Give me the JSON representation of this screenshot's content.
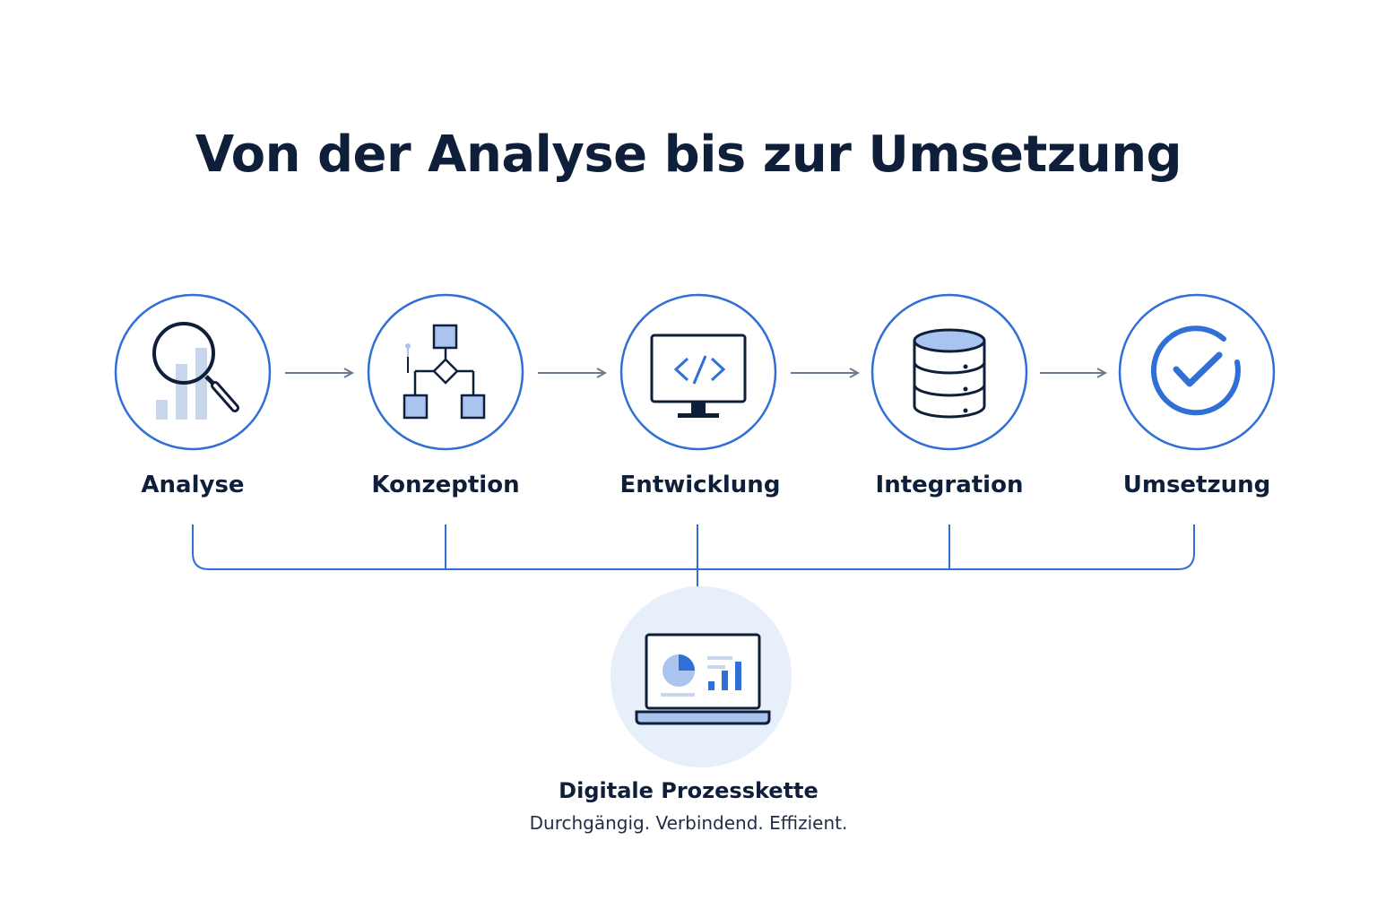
{
  "title": "Von der Analyse bis zur Umsetzung",
  "steps": [
    {
      "label": "Analyse",
      "icon": "magnifier-chart-icon"
    },
    {
      "label": "Konzeption",
      "icon": "flowchart-icon"
    },
    {
      "label": "Entwicklung",
      "icon": "code-monitor-icon"
    },
    {
      "label": "Integration",
      "icon": "database-icon"
    },
    {
      "label": "Umsetzung",
      "icon": "checkmark-circle-icon"
    }
  ],
  "hub": {
    "title": "Digitale Prozesskette",
    "subtitle": "Durchgängig. Verbindend. Effizient.",
    "icon": "laptop-dashboard-icon"
  },
  "colors": {
    "accent": "#2f6fd6",
    "accent_light": "#a9c4ee",
    "accent_fill": "#e7effb",
    "dark": "#0f1f3a",
    "arrow": "#6b7a90"
  }
}
